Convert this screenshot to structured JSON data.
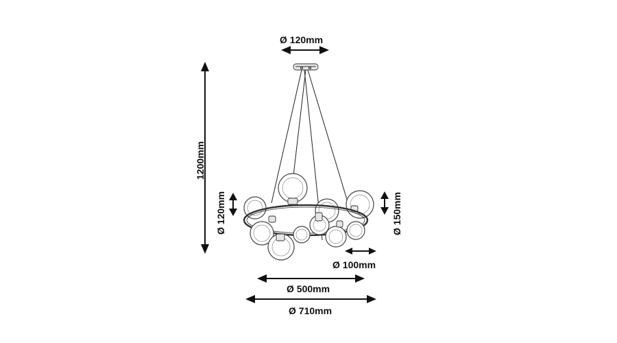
{
  "dimensions": {
    "canopy_diameter": "Ø 120mm",
    "overall_height": "1200mm",
    "globe_height_left": "Ø 120mm",
    "globe_height_right": "Ø 150mm",
    "small_globe_diameter": "Ø 100mm",
    "ring_diameter": "Ø 500mm",
    "overall_diameter": "Ø 710mm"
  },
  "colors": {
    "line": "#111111",
    "sketch": "#333333",
    "background": "#ffffff"
  }
}
